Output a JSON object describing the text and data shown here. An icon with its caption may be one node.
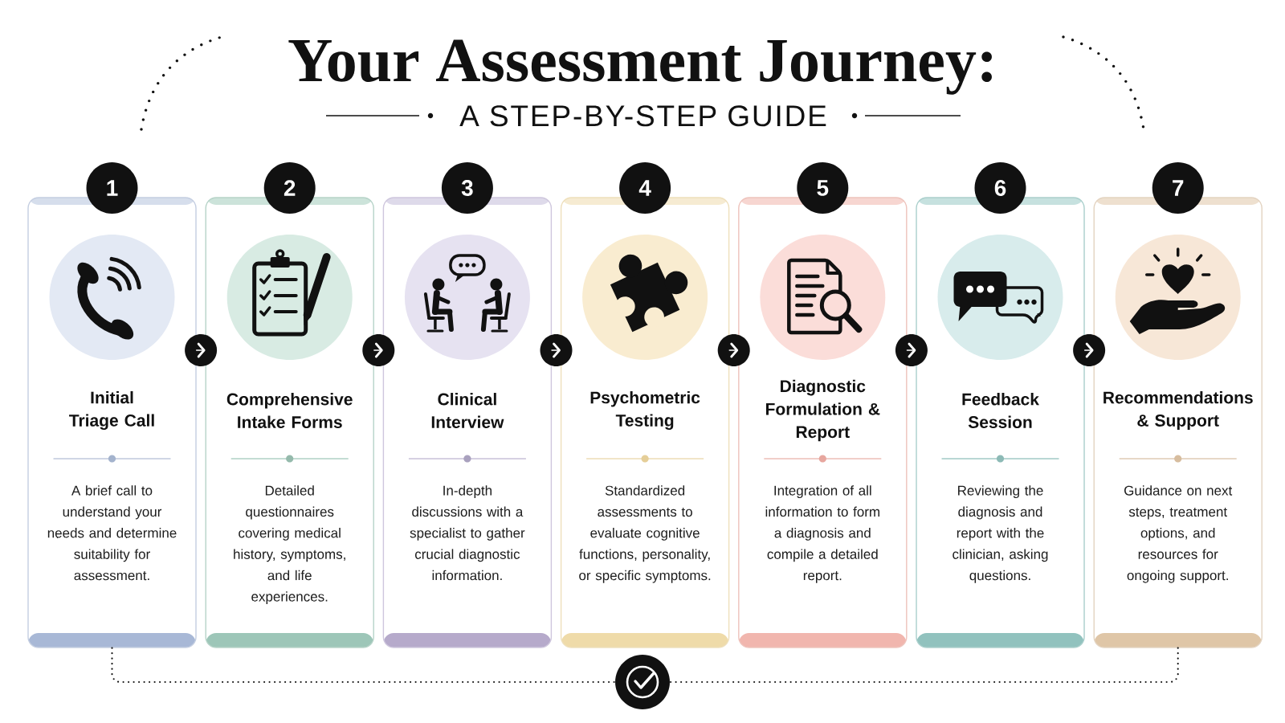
{
  "diagram": {
    "title": "Your Assessment Journey:",
    "nodes": [
      {
        "text": [
          "1"
        ]
      },
      {
        "text": [
          "Initial Triage Call",
          "A brief call to understand your needs and determine suitability for assessment."
        ]
      },
      {
        "text": [
          "2"
        ]
      },
      {
        "text": [
          "Comprehensive Intake Forms",
          "Detailed questionnaires covering medical history, symptoms, and life experiences."
        ]
      },
      {
        "text": [
          "3"
        ]
      },
      {
        "text": [
          "Clinical Interview",
          "In-depth discussions with a specialist to gather crucial diagnostic information."
        ]
      },
      {
        "text": [
          "4"
        ]
      },
      {
        "text": [
          "Psychometric Testing",
          "Standardized assessments to evaluate cognitive functions, personality, or specific symptoms."
        ]
      },
      {
        "text": [
          "5"
        ]
      },
      {
        "text": [
          "Diagnostic Formulation & Report",
          "Integration of all information to form a diagnosis and compile a detailed report."
        ]
      },
      {
        "text": [
          "6"
        ]
      },
      {
        "text": [
          "Feedback Session",
          "Reviewing the diagnosis and report with the clinician, asking questions."
        ]
      },
      {
        "text": [
          "7"
        ]
      },
      {
        "text": [
          "Recommendations & Support",
          "Guidance on next steps, treatment options, and resources for ongoing support."
        ]
      },
      {
        "text": [],
        "shape": "circle"
      }
    ],
    "edges": [
      {
        "from": 1,
        "to": 3,
        "arrow": "to"
      },
      {
        "from": 3,
        "to": 5,
        "arrow": "to"
      },
      {
        "from": 5,
        "to": 7,
        "arrow": "to"
      },
      {
        "from": 7,
        "to": 9,
        "arrow": "to"
      },
      {
        "from": 9,
        "to": 11,
        "arrow": "to"
      },
      {
        "from": 11,
        "to": 13,
        "arrow": "to"
      },
      {
        "from": 1,
        "to": 14,
        "arrow": "none",
        "style": "dashed",
        "color": "#111111"
      },
      {
        "from": 13,
        "to": 14,
        "arrow": "none",
        "style": "dashed",
        "color": "#111111"
      }
    ],
    "labels": [
      "A STEP-BY-STEP GUIDE"
    ]
  }
}
